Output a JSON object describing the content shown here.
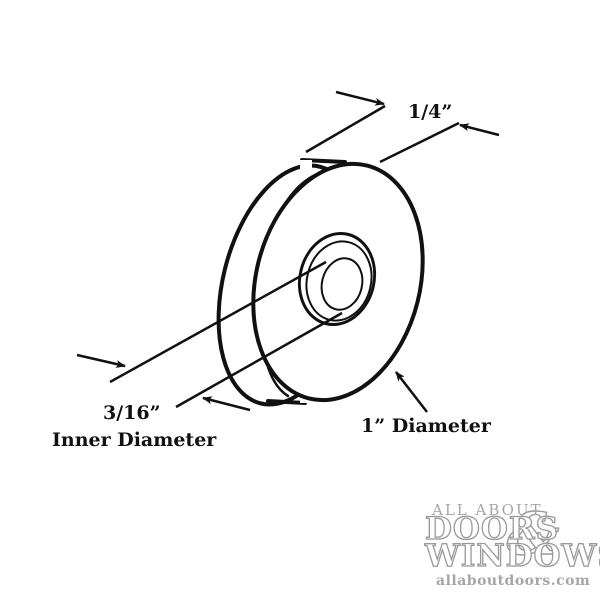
{
  "labels": {
    "width": "1/4”",
    "inner_line1": "3/16”",
    "inner_line2": "Inner Diameter",
    "outer": "1” Diameter"
  },
  "colors": {
    "ink": "#111111",
    "watermark": "#a6a6a6"
  }
}
